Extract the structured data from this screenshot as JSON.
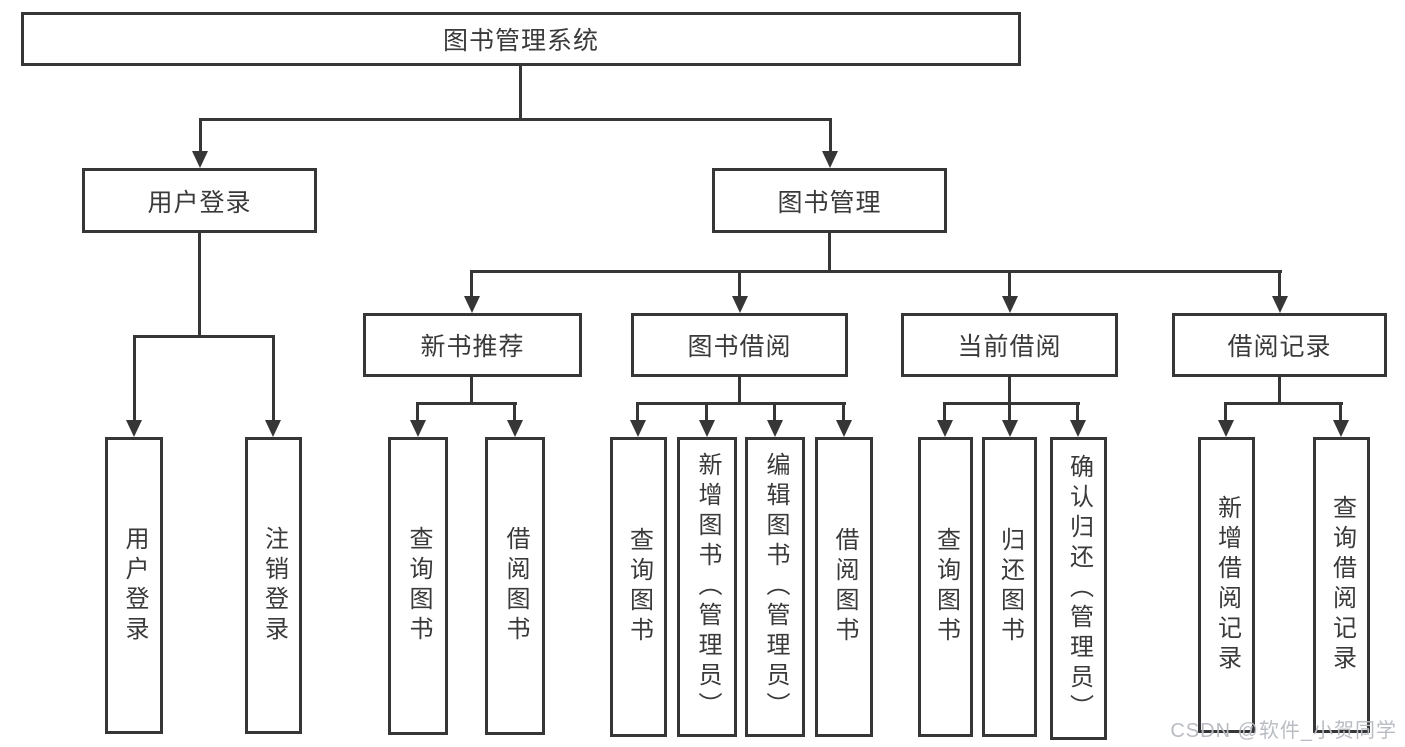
{
  "tree": {
    "root": {
      "label": "图书管理系统"
    },
    "branches": [
      {
        "label": "用户登录",
        "children": [
          {
            "label": "用户登录"
          },
          {
            "label": "注销登录"
          }
        ]
      },
      {
        "label": "图书管理",
        "sections": [
          {
            "label": "新书推荐",
            "children": [
              {
                "label": "查询图书"
              },
              {
                "label": "借阅图书"
              }
            ]
          },
          {
            "label": "图书借阅",
            "children": [
              {
                "label": "查询图书"
              },
              {
                "label": "新增图书（管理员）"
              },
              {
                "label": "编辑图书（管理员）"
              },
              {
                "label": "借阅图书"
              }
            ]
          },
          {
            "label": "当前借阅",
            "children": [
              {
                "label": "查询图书"
              },
              {
                "label": "归还图书"
              },
              {
                "label": "确认归还（管理员）"
              }
            ]
          },
          {
            "label": "借阅记录",
            "children": [
              {
                "label": "新增借阅记录"
              },
              {
                "label": "查询借阅记录"
              }
            ]
          }
        ]
      }
    ]
  },
  "watermark": {
    "text": "CSDN @软件_小贺同学"
  },
  "colors": {
    "line": "#363636",
    "text": "#3a3a3a",
    "background": "#ffffff",
    "watermark": "#b9bdc3"
  }
}
